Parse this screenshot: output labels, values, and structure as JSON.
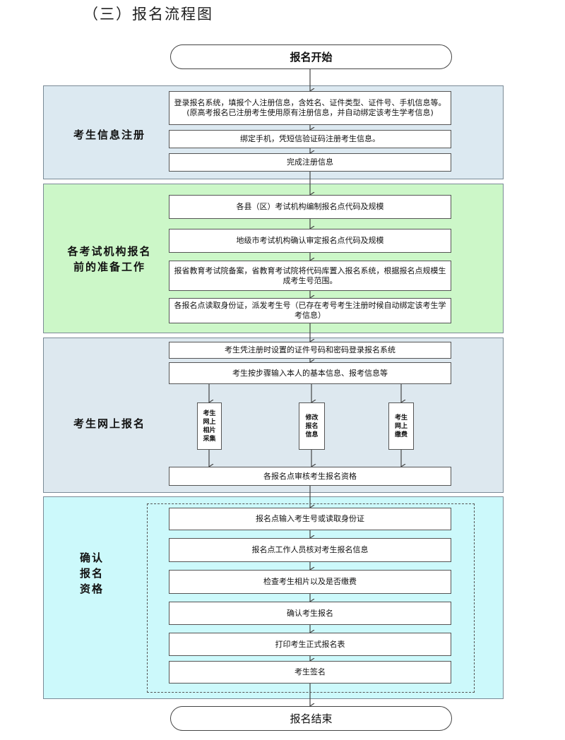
{
  "heading": "（三）报名流程图",
  "start": "报名开始",
  "end": "报名结束",
  "sections": [
    {
      "label": "考生信息注册",
      "color": "#dce9f1"
    },
    {
      "label": "各考试机构报名\n前的准备工作",
      "color": "#ccf7c8"
    },
    {
      "label": "考生网上报名",
      "color": "#dde8ef"
    },
    {
      "label": "确认\n报名\n资格",
      "color": "#ccf9fb"
    }
  ],
  "reg": {
    "step1": "登录报名系统，填报个人注册信息，含姓名、证件类型、证件号、手机信息等。(原高考报名已注册考生使用原有注册信息，并自动绑定该考生学考信息)",
    "step2": "绑定手机，凭短信验证码注册考生信息。",
    "step3": "完成注册信息"
  },
  "prep": {
    "step1": "各县（区）考试机构编制报名点代码及规模",
    "step2": "地级市考试机构确认审定报名点代码及规模",
    "step3": "报省教育考试院备案，省教育考试院将代码库置入报名系统，根据报名点规模生成考生号范围。",
    "step4": "各报名点读取身份证，派发考生号（已存在考号考生注册时候自动绑定该考生学考信息）"
  },
  "online": {
    "step1": "考生凭注册时设置的证件号码和密码登录报名系统",
    "step2": "考生按步骤输入本人的基本信息、报考信息等",
    "branch1": "考生\n网上\n相片\n采集",
    "branch2": "修改\n报名\n信息",
    "branch3": "考生\n网上\n缴费",
    "step3": "各报名点审核考生报名资格"
  },
  "confirm": {
    "step1": "报名点输入考生号或读取身份证",
    "step2": "报名点工作人员核对考生报名信息",
    "step3": "检查考生相片以及是否缴费",
    "step4": "确认考生报名",
    "step5": "打印考生正式报名表",
    "step6": "考生签名"
  }
}
